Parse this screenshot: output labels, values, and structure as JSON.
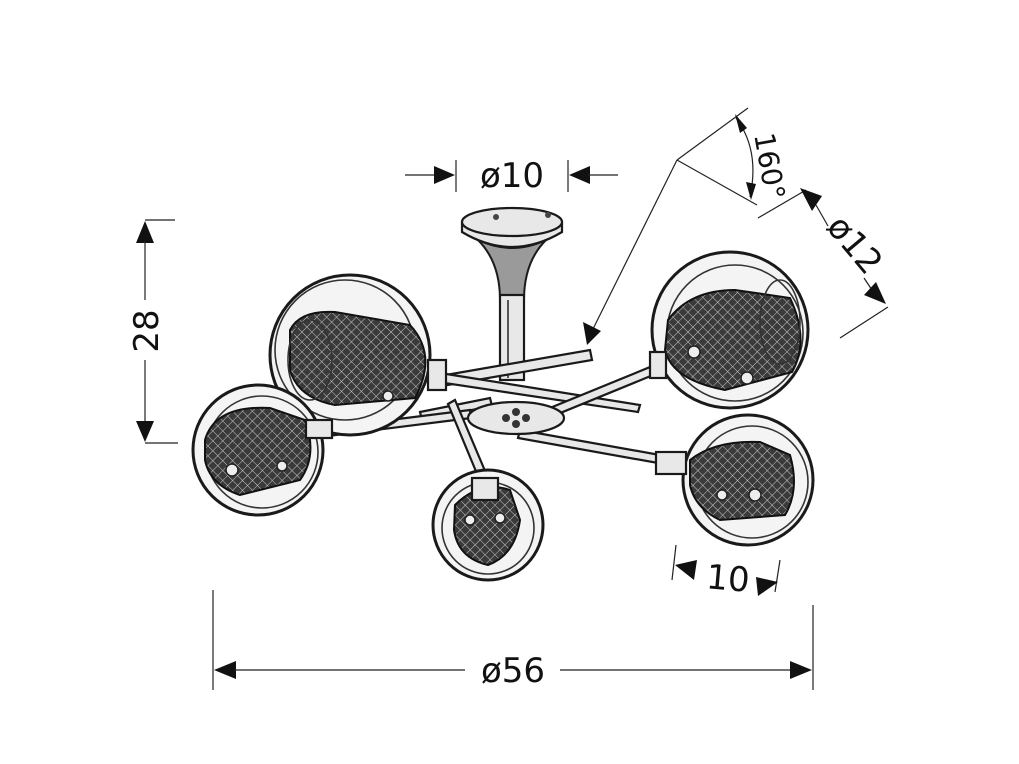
{
  "dimensions": {
    "canopy_diameter": "ø10",
    "height": "28",
    "rotation_angle": "160°",
    "shade_diameter": "ø12",
    "shade_depth": "10",
    "overall_diameter": "ø56"
  }
}
